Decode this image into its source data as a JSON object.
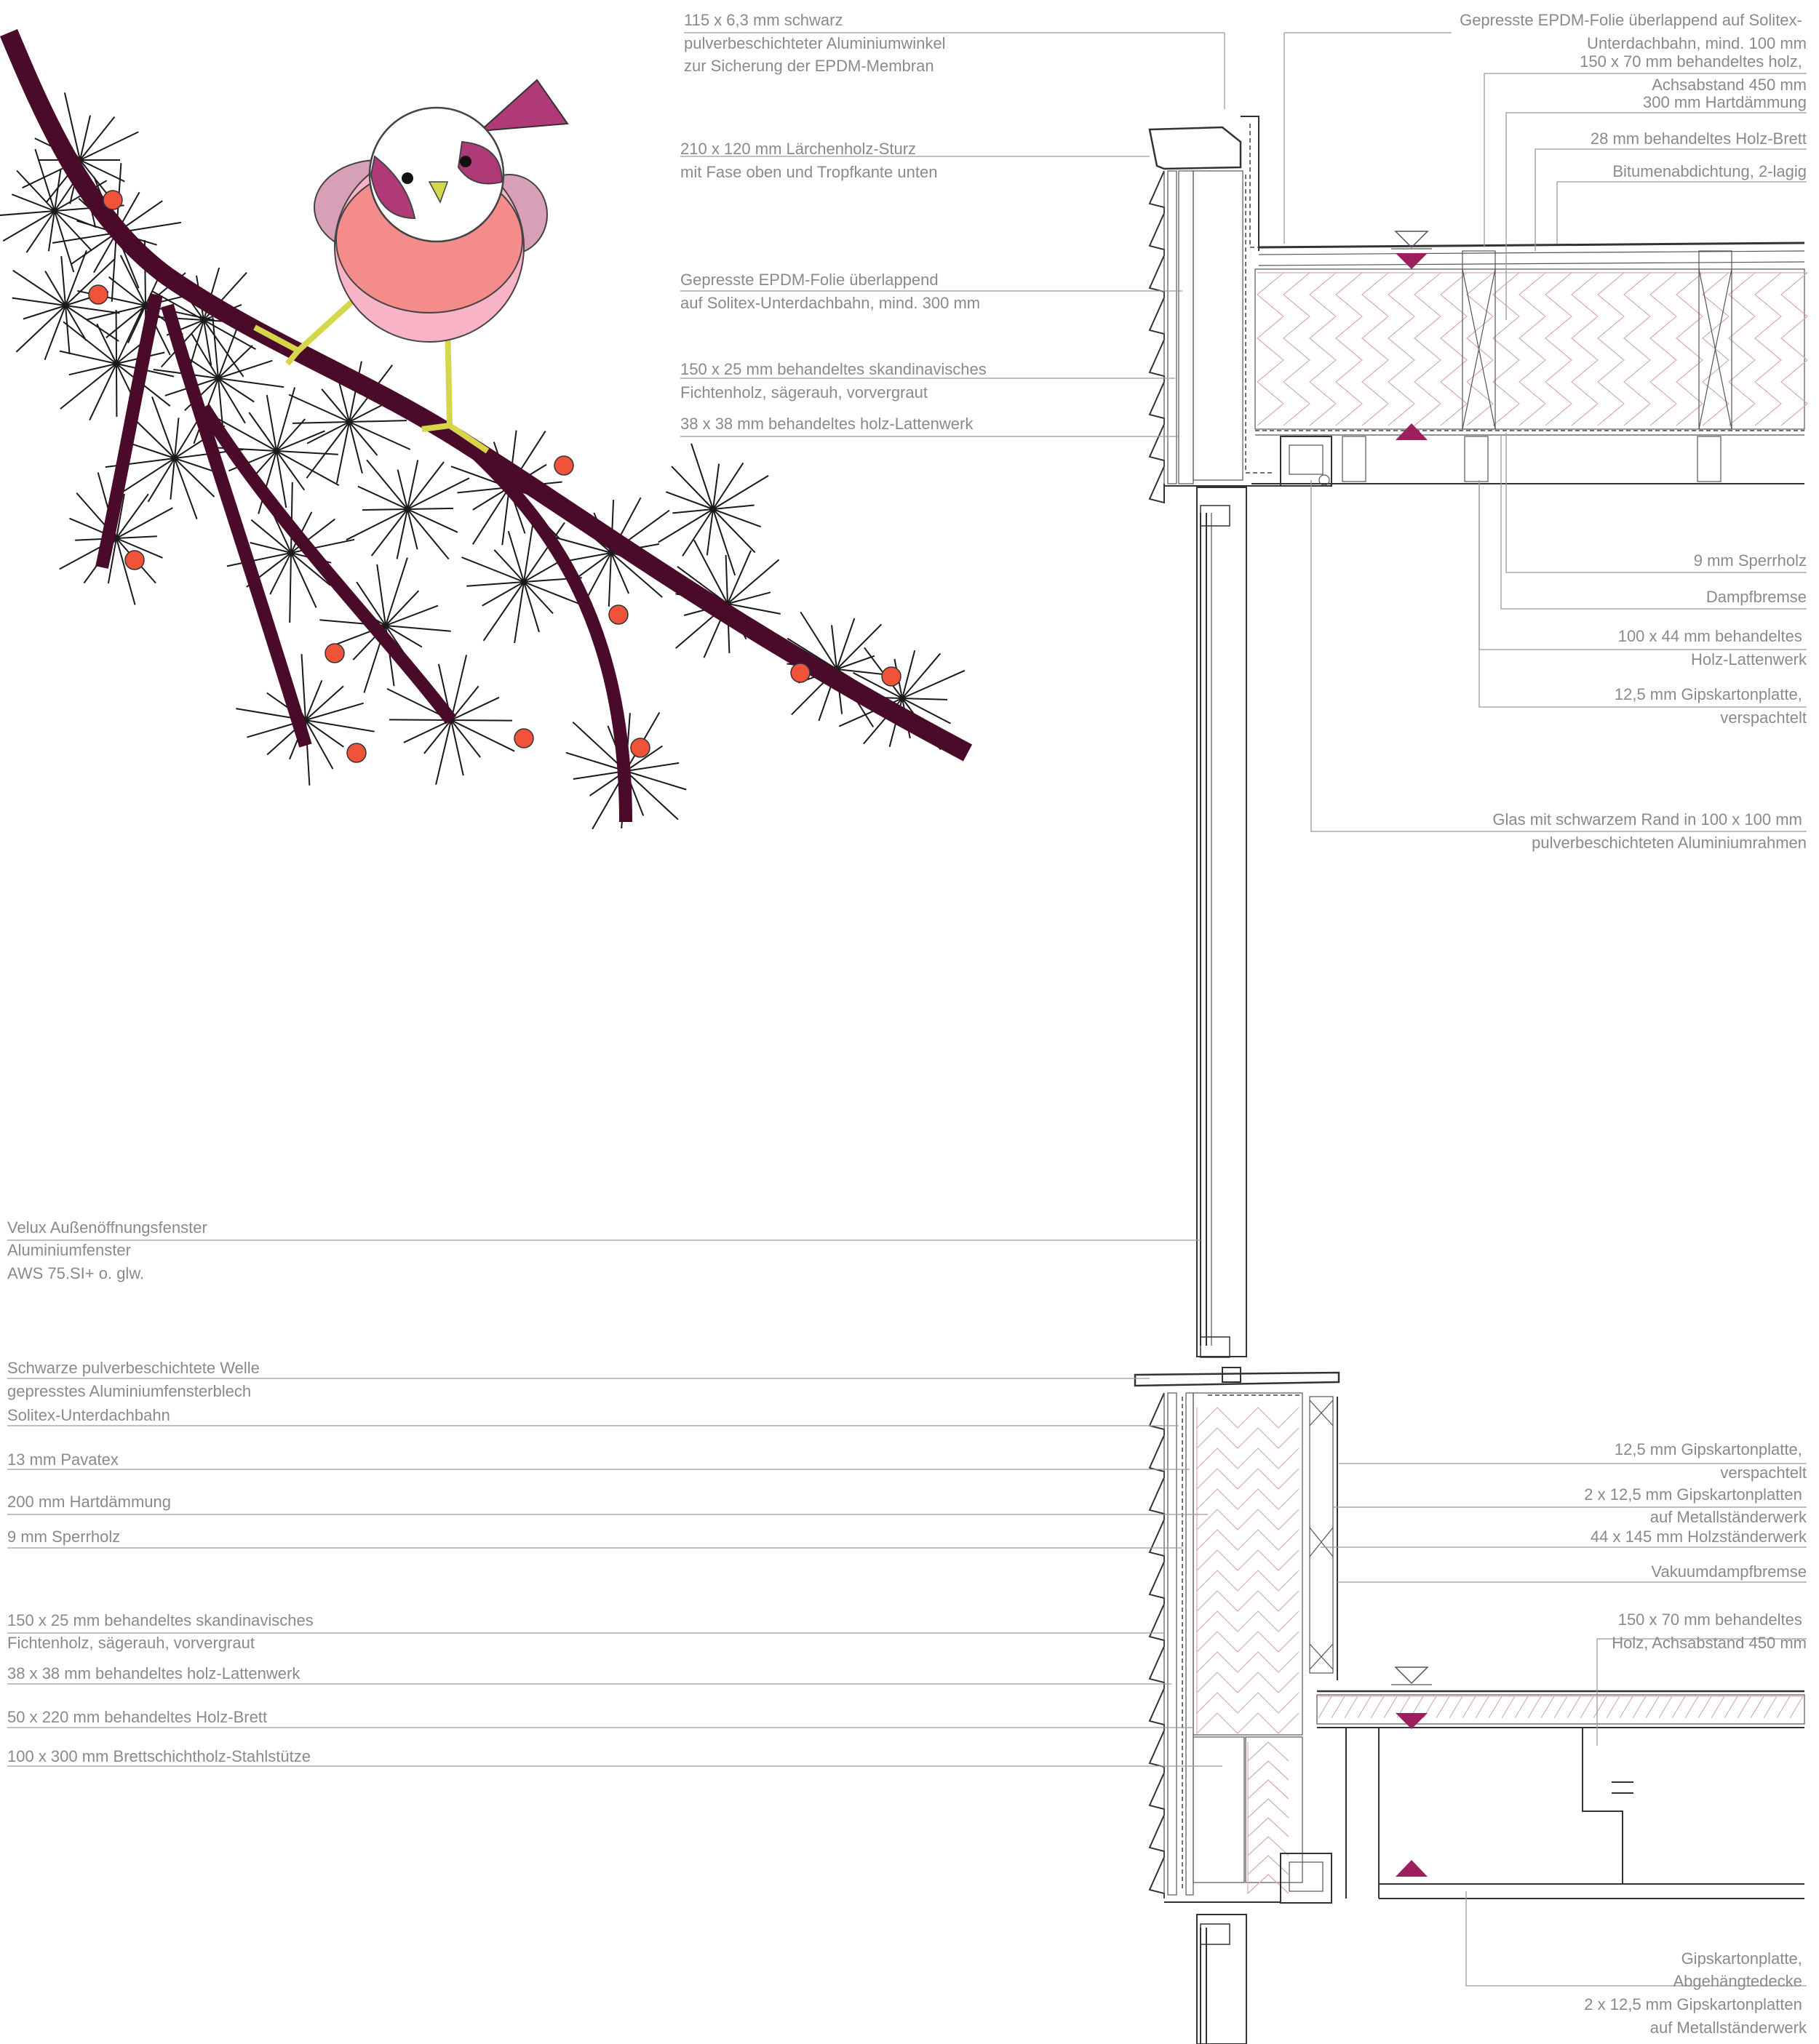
{
  "labels": {
    "top_left": [
      [
        "115 x 6,3 mm schwarz",
        "pulverbeschichteter Aluminiumwinkel",
        "zur Sicherung der EPDM-Membran"
      ],
      [
        "210 x 120 mm Lärchenholz-Sturz",
        "mit Fase oben und Tropfkante unten"
      ],
      [
        "Gepresste EPDM-Folie überlappend",
        "auf Solitex-Unterdachbahn, mind. 300 mm"
      ],
      [
        "150 x 25 mm behandeltes skandinavisches",
        " Fichtenholz, sägerauh, vorvergraut"
      ],
      [
        "38 x 38 mm behandeltes holz-Lattenwerk"
      ]
    ],
    "top_right": [
      [
        "Gepresste EPDM-Folie überlappend auf Solitex-",
        "Unterdachbahn, mind. 100 mm"
      ],
      [
        "150 x 70 mm behandeltes holz,",
        "Achsabstand 450 mm"
      ],
      [
        "300 mm Hartdämmung"
      ],
      [
        "28 mm behandeltes Holz-Brett"
      ],
      [
        "Bitumenabdichtung, 2-lagig"
      ]
    ],
    "mid_right": [
      [
        "9 mm Sperrholz"
      ],
      [
        "Dampfbremse"
      ],
      [
        "100 x 44 mm behandeltes",
        "Holz-Lattenwerk"
      ],
      [
        "12,5 mm Gipskartonplatte,",
        "verspachtelt"
      ],
      [
        "Glas mit schwarzem Rand in 100 x 100 mm",
        "pulverbeschichteten Aluminiumrahmen"
      ]
    ],
    "left": [
      [
        "Velux Außenöffnungsfenster",
        "Aluminiumfenster",
        "AWS 75.SI+ o. glw."
      ],
      [
        "Schwarze pulverbeschichtete Welle",
        "gepresstes Aluminiumfensterblech"
      ],
      [
        "Solitex-Unterdachbahn"
      ],
      [
        "13 mm Pavatex"
      ],
      [
        "200 mm Hartdämmung"
      ],
      [
        "9 mm Sperrholz"
      ],
      [
        "150 x 25 mm behandeltes skandinavisches",
        " Fichtenholz, sägerauh, vorvergraut"
      ],
      [
        "38 x 38 mm behandeltes holz-Lattenwerk"
      ],
      [
        "50 x 220 mm behandeltes Holz-Brett"
      ],
      [
        "100 x 300 mm Brettschichtholz-Stahlstütze"
      ]
    ],
    "bottom_right": [
      [
        "12,5 mm Gipskartonplatte,",
        "verspachtelt"
      ],
      [
        "2 x 12,5 mm Gipskartonplatten",
        "auf Metallständerwerk"
      ],
      [
        "44 x 145 mm Holzständerwerk"
      ],
      [
        "Vakuumdampfbremse"
      ],
      [
        "150 x 70 mm behandeltes",
        "Holz, Achsabstand 450 mm"
      ],
      [
        "Gipskartonplatte,",
        "Abgehängtedecke",
        "2 x 12,5 mm Gipskartonplatten",
        "auf Metallständerwerk"
      ]
    ]
  },
  "colors": {
    "branch": "#4a0b2a",
    "needles": "#1a1a1a",
    "berry": "#f0533a",
    "bird_body": "#f8b4c6",
    "bird_belly": "#f58c8c",
    "bird_wing": "#d8a0b6",
    "bird_accent": "#b03a78",
    "bird_legs": "#d6d64a",
    "level_marker": "#9e1f5e",
    "insulation": "#d9a7bf"
  }
}
